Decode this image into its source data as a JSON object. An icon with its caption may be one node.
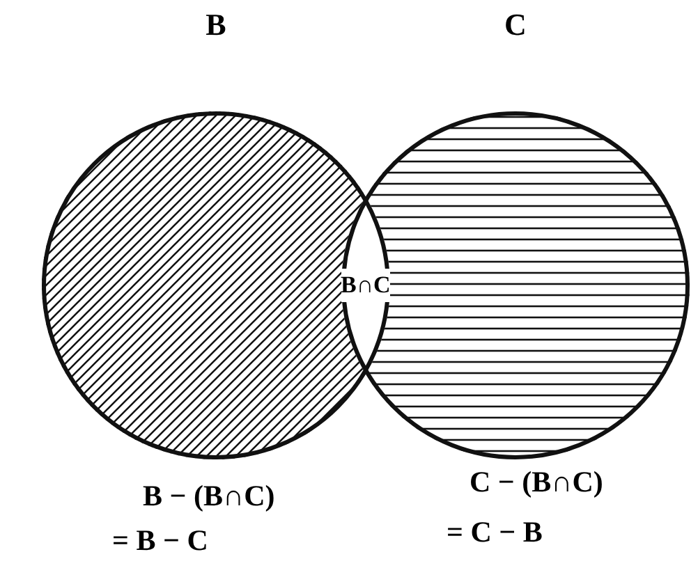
{
  "diagram": {
    "nodes": [
      {
        "text": [
          "B"
        ]
      },
      {
        "text": [
          "C"
        ]
      }
    ],
    "labels": [
      "B∩C",
      "B − (B∩C)",
      "= B − C",
      "C − (B∩C)",
      "= C − B"
    ]
  }
}
